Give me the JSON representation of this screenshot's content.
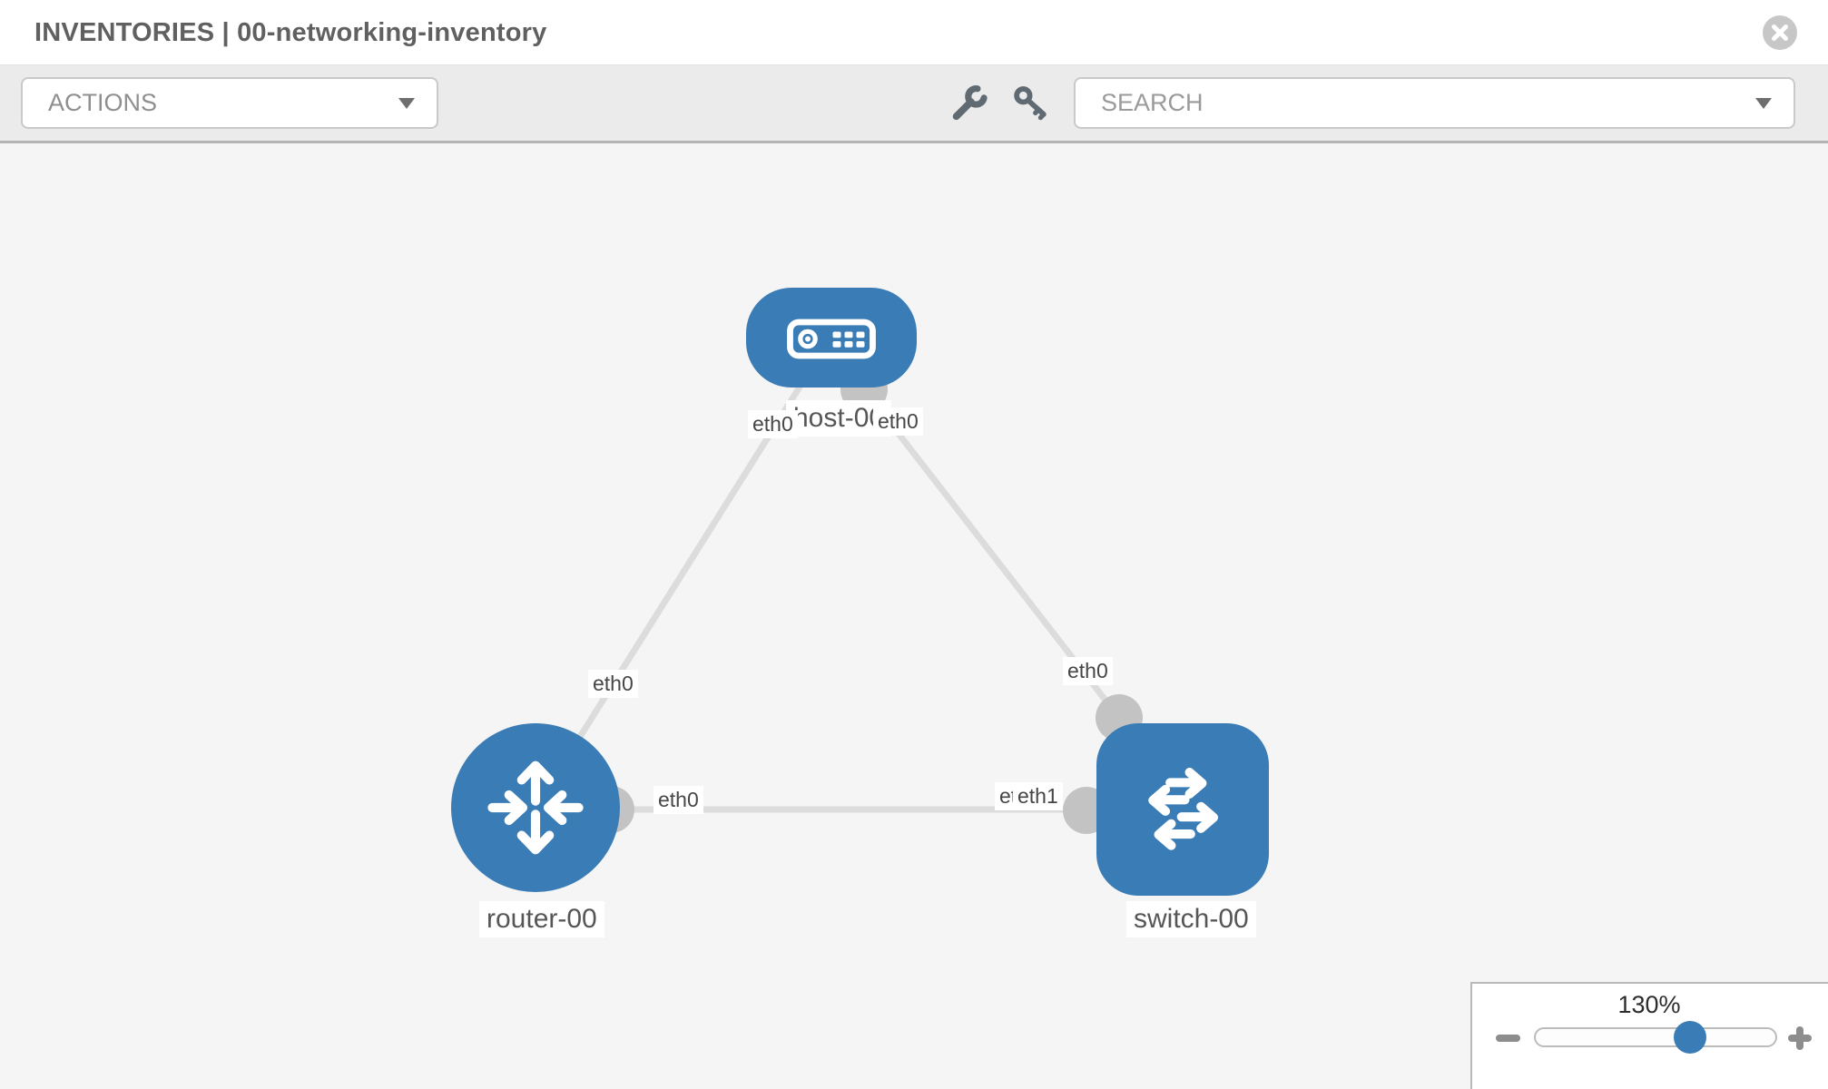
{
  "header": {
    "title": "INVENTORIES | 00-networking-inventory"
  },
  "toolbar": {
    "actions_label": "ACTIONS",
    "search_placeholder": "SEARCH"
  },
  "topology": {
    "nodes": [
      {
        "id": "host-00",
        "type": "host",
        "label": "host-00"
      },
      {
        "id": "router-00",
        "type": "router",
        "label": "router-00"
      },
      {
        "id": "switch-00",
        "type": "switch",
        "label": "switch-00"
      }
    ],
    "links": [
      {
        "source": "router-00",
        "target": "host-00",
        "source_interface": "eth0",
        "target_interface": "eth0"
      },
      {
        "source": "host-00",
        "target": "switch-00",
        "source_interface": "eth0",
        "target_interface": "eth0"
      },
      {
        "source": "router-00",
        "target": "switch-00",
        "source_interface": "eth0",
        "target_interface": "eth1"
      }
    ],
    "interface_labels": [
      {
        "text": "eth0",
        "placement": "host-left"
      },
      {
        "text": "eth0",
        "placement": "host-right"
      },
      {
        "text": "eth0",
        "placement": "router-to-host-link"
      },
      {
        "text": "eth0",
        "placement": "switch-top-link"
      },
      {
        "text": "eth0",
        "placement": "router-right"
      },
      {
        "text": "eth0",
        "placement": "switch-left-under"
      },
      {
        "text": "eth1",
        "placement": "switch-left"
      }
    ]
  },
  "zoom_control": {
    "value": "130%"
  },
  "colors": {
    "node_blue": "#3a7cb5",
    "link_gray": "#dcdcdc",
    "port_gray": "#c3c3c3",
    "toolbar_bg": "#ebebeb",
    "canvas_bg": "#f5f5f5",
    "title_gray": "#606060"
  }
}
